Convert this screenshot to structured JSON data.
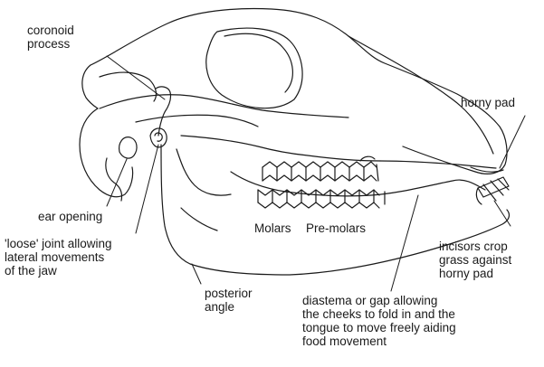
{
  "labels": {
    "coronoid": "coronoid\nprocess",
    "horny_pad": "horny pad",
    "ear_opening": "ear opening",
    "loose_joint": "'loose' joint allowing\nlateral movements\nof the jaw",
    "molars": "Molars",
    "premolars": "Pre-molars",
    "incisors": "incisors crop\ngrass against\nhorny pad",
    "posterior_angle": "posterior\nangle",
    "diastema": "diastema or gap allowing\nthe cheeks to fold in and the\ntongue to move freely aiding\nfood movement"
  }
}
